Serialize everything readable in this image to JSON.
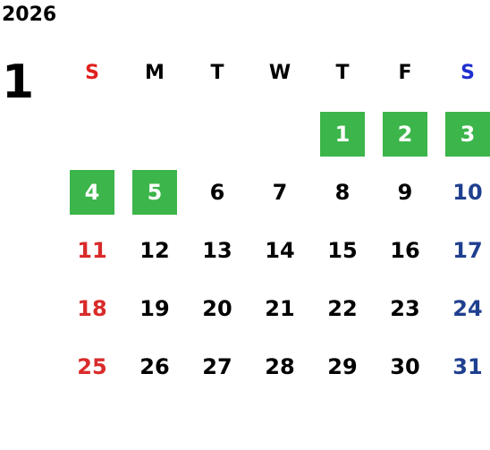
{
  "calendar": {
    "year": "2026",
    "month": "1",
    "colors": {
      "sunday": "#d92b2b",
      "saturday": "#1f3f8f",
      "holiday_bg": "#3cb54a",
      "sun_header": "#e0201e",
      "sat_header": "#1f2fd0"
    },
    "weekdays": [
      "S",
      "M",
      "T",
      "W",
      "T",
      "F",
      "S"
    ],
    "weeks": [
      [
        "",
        "",
        "",
        "",
        "1",
        "2",
        "3"
      ],
      [
        "4",
        "5",
        "6",
        "7",
        "8",
        "9",
        "10"
      ],
      [
        "11",
        "12",
        "13",
        "14",
        "15",
        "16",
        "17"
      ],
      [
        "18",
        "19",
        "20",
        "21",
        "22",
        "23",
        "24"
      ],
      [
        "25",
        "26",
        "27",
        "28",
        "29",
        "30",
        "31"
      ]
    ],
    "holidays": [
      "1",
      "2",
      "3",
      "4",
      "5"
    ]
  }
}
